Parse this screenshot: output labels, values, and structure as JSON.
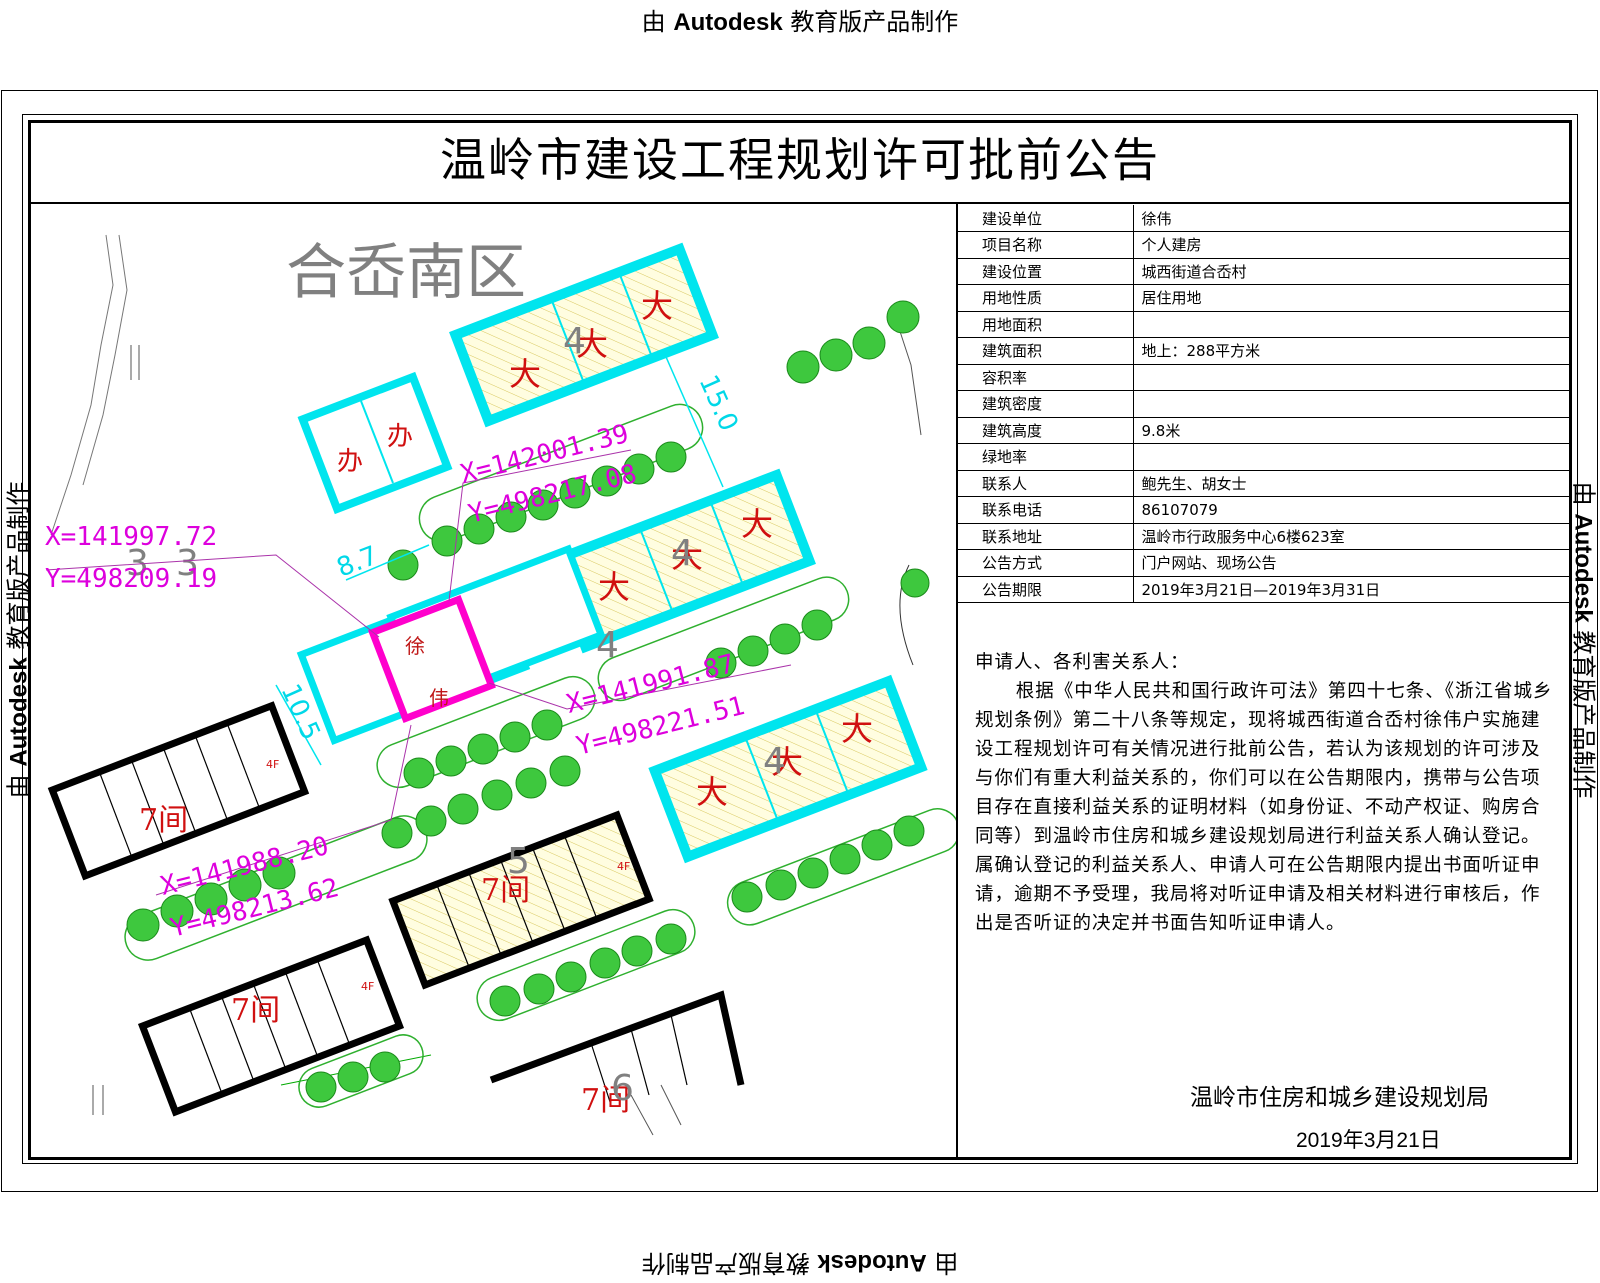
{
  "watermark": {
    "prefix": "由",
    "brand": "Autodesk",
    "suffix": "教育版产品制作"
  },
  "title": "温岭市建设工程规划许可批前公告",
  "map": {
    "area_name": "合岙南区",
    "applicant_label": [
      "徐",
      "伟"
    ],
    "dimensions": {
      "d1": "15.0",
      "d2": "8.7",
      "d3": "10.5"
    },
    "coords": [
      {
        "x": "X=141997.72",
        "y": "Y=498209.19"
      },
      {
        "x": "X=142001.39",
        "y": "Y=498217.08"
      },
      {
        "x": "X=141991.87",
        "y": "Y=498221.51"
      },
      {
        "x": "X=141988.20",
        "y": "Y=498213.62"
      }
    ],
    "floor_labels": [
      "4",
      "4",
      "4",
      "4",
      "5",
      "3",
      "3",
      "6"
    ],
    "building_labels": {
      "big": "大",
      "office": "办",
      "rooms": "7间",
      "floors": "4F"
    }
  },
  "info": [
    {
      "label": "建设单位",
      "value": "徐伟"
    },
    {
      "label": "项目名称",
      "value": "个人建房"
    },
    {
      "label": "建设位置",
      "value": "城西街道合岙村"
    },
    {
      "label": "用地性质",
      "value": "居住用地"
    },
    {
      "label": "用地面积",
      "value": ""
    },
    {
      "label": "建筑面积",
      "value": "地上：288平方米"
    },
    {
      "label": "容积率",
      "value": ""
    },
    {
      "label": "建筑密度",
      "value": ""
    },
    {
      "label": "建筑高度",
      "value": "  9.8米"
    },
    {
      "label": "绿地率",
      "value": ""
    },
    {
      "label": "联系人",
      "value": "鲍先生、胡女士"
    },
    {
      "label": "联系电话",
      "value": "86107079"
    },
    {
      "label": "联系地址",
      "value": "温岭市行政服务中心6楼623室"
    },
    {
      "label": "公告方式",
      "value": "门户网站、现场公告"
    },
    {
      "label": "公告期限",
      "value": "2019年3月21日—2019年3月31日"
    }
  ],
  "notice": {
    "greeting": "申请人、各利害关系人：",
    "body": "根据《中华人民共和国行政许可法》第四十七条、《浙江省城乡规划条例》第二十八条等规定，现将城西街道合岙村徐伟户实施建设工程规划许可有关情况进行批前公告，若认为该规划的许可涉及与你们有重大利益关系的，你们可以在公告期限内，携带与公告项目存在直接利益关系的证明材料（如身份证、不动产权证、购房合同等）到温岭市住房和城乡建设规划局进行利益关系人确认登记。属确认登记的利益关系人、申请人可在公告期限内提出书面听证申请，逾期不予受理，我局将对听证申请及相关材料进行审核后，作出是否听证的决定并书面告知听证申请人。"
  },
  "signer": "温岭市住房和城乡建设规划局",
  "date": "2019年3月21日"
}
